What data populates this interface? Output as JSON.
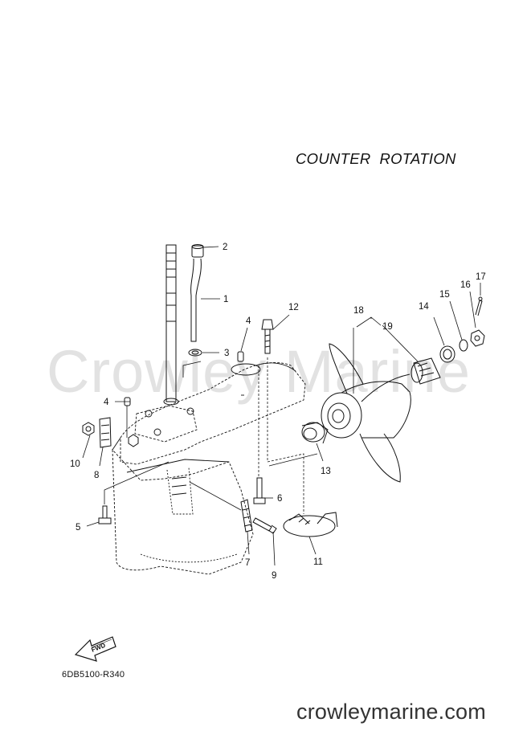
{
  "title": "COUNTER  ROTATION",
  "watermark": "Crowley Marine",
  "diagram_code": "6DB5100-R340",
  "footer": "crowleymarine.com",
  "fwd_label": "FWD",
  "callouts": {
    "c1": "1",
    "c2": "2",
    "c3": "3",
    "c4a": "4",
    "c4b": "4",
    "c5": "5",
    "c6": "6",
    "c7": "7",
    "c8": "8",
    "c9": "9",
    "c10": "10",
    "c11": "11",
    "c12": "12",
    "c13": "13",
    "c14": "14",
    "c15": "15",
    "c16": "16",
    "c17": "17",
    "c18": "18",
    "c19": "19"
  }
}
